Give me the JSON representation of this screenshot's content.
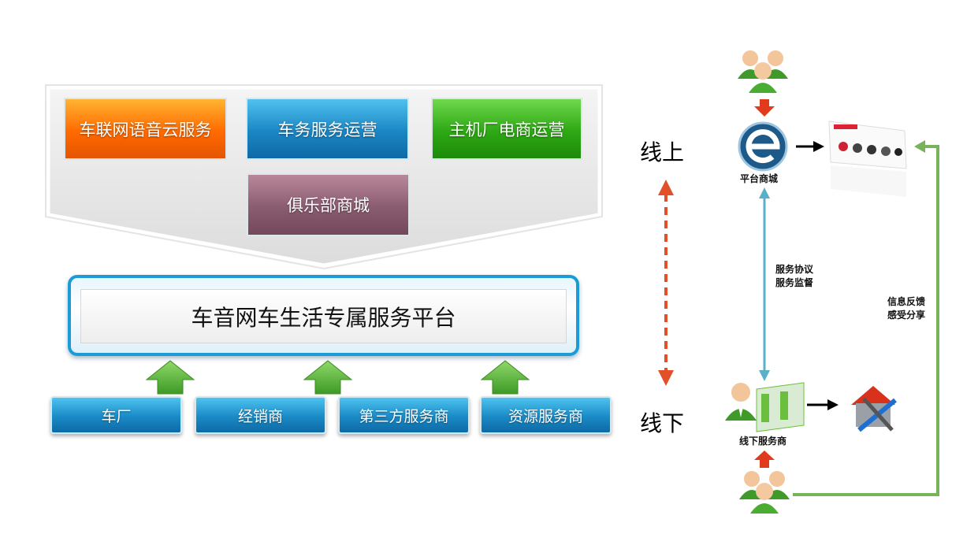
{
  "services": {
    "voice_cloud": "车联网语音云服务",
    "car_service": "车务服务运营",
    "oem_ecommerce": "主机厂电商运营",
    "club_mall": "俱乐部商城"
  },
  "platform": {
    "title": "车音网车生活专属服务平台"
  },
  "partners": [
    "车厂",
    "经销商",
    "第三方服务商",
    "资源服务商"
  ],
  "flow": {
    "online_label": "线上",
    "offline_label": "线下",
    "platform_mall_label": "平台商城",
    "offline_provider_label": "线下服务商",
    "agreement_line1": "服务协议",
    "agreement_line2": "服务监督",
    "feedback_line1": "信息反馈",
    "feedback_line2": "感受分享"
  },
  "colors": {
    "orange": "#ff7a00",
    "blue": "#1b86c4",
    "green": "#2ea814",
    "purple": "#8a5c70",
    "arrow_green": "#5aaa3a",
    "dashed_red": "#e2502a",
    "teal_line": "#5bb0c9",
    "feedback_line": "#77b35a"
  }
}
